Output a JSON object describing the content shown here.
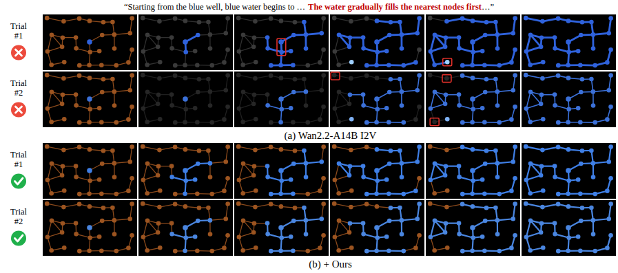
{
  "diagram": {
    "labels": [
      "“Starting from the blue well, blue water begins to …",
      "The water gradually fills the nearest nodes first",
      "…”",
      "Trial #1",
      "Trial #2",
      "(a) Wan2.2-A14B I2V",
      "Trial #1",
      "Trial #2",
      "(b) + Ours"
    ]
  }
}
